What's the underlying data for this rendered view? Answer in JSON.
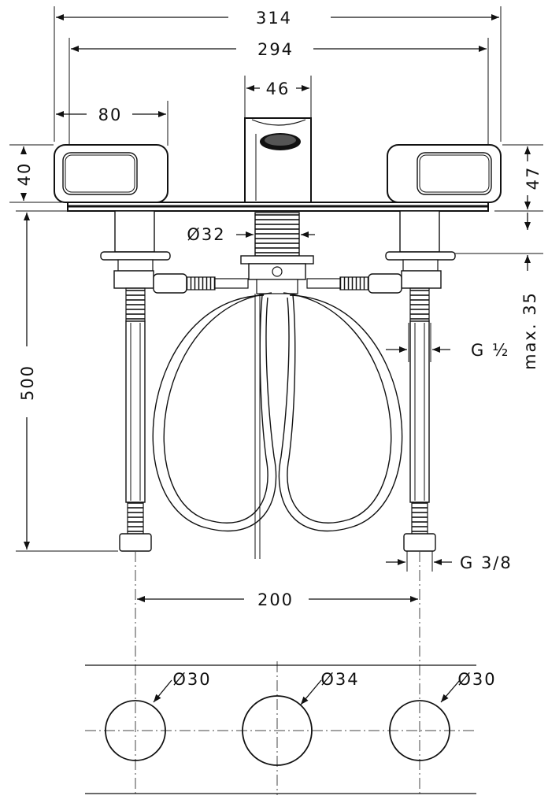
{
  "dimensions": {
    "overall_width": "314",
    "handle_span": "294",
    "spout_width": "46",
    "handle_width": "80",
    "handle_height": "40",
    "spout_height": "47",
    "spout_shank_diameter": "Ø32",
    "hose_length": "500",
    "max_deck_thickness": "max. 35",
    "supply_thread": "G ½",
    "connection_thread": "G 3/8",
    "center_distance": "200",
    "hole_left_diameter": "Ø30",
    "hole_center_diameter": "Ø34",
    "hole_right_diameter": "Ø30"
  }
}
